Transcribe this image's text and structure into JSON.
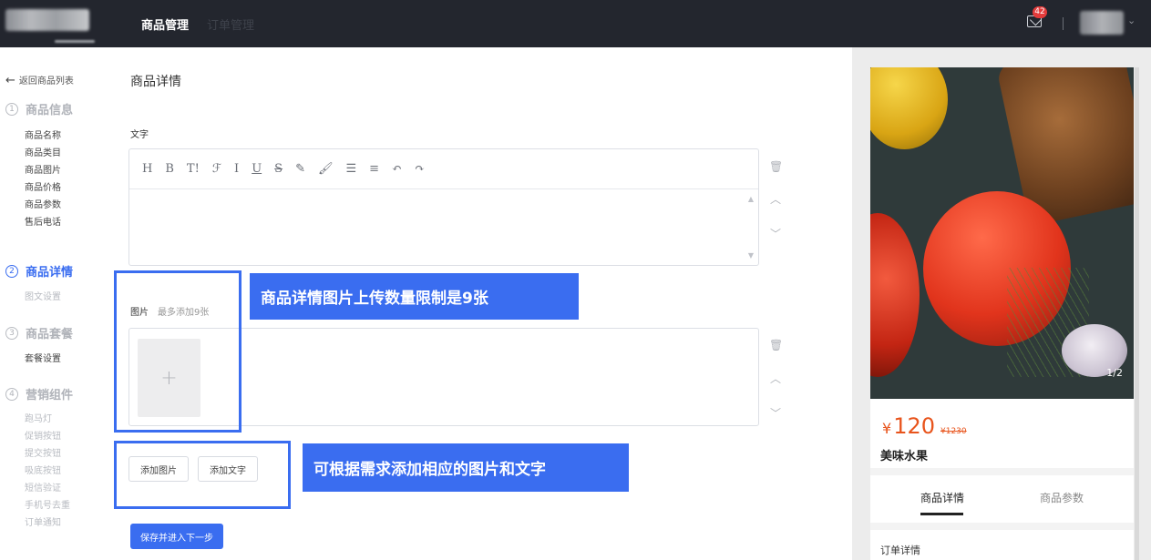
{
  "header": {
    "nav": [
      {
        "label": "商品管理",
        "active": true
      },
      {
        "label": "订单管理",
        "active": false
      }
    ],
    "mail_badge": "42"
  },
  "sidebar": {
    "back_label": "返回商品列表",
    "steps": [
      {
        "num": "1",
        "title": "商品信息",
        "active": false,
        "items": [
          "商品名称",
          "商品类目",
          "商品图片",
          "商品价格",
          "商品参数",
          "售后电话"
        ]
      },
      {
        "num": "2",
        "title": "商品详情",
        "active": true,
        "items": [
          "图文设置"
        ]
      },
      {
        "num": "3",
        "title": "商品套餐",
        "active": false,
        "items": [
          "套餐设置"
        ]
      },
      {
        "num": "4",
        "title": "营销组件",
        "active": false,
        "items": [
          "跑马灯",
          "促销按钮",
          "提交按钮",
          "吸底按钮",
          "短信验证",
          "手机号去重",
          "订单通知"
        ]
      }
    ]
  },
  "main": {
    "title": "商品详情",
    "text_label": "文字",
    "toolbar_buttons": [
      "H",
      "B",
      "T!",
      "ℱ",
      "I",
      "U",
      "S",
      "✎",
      "🖌",
      "☰",
      "≡",
      "↶",
      "↷"
    ],
    "image_label": "图片",
    "image_hint": "最多添加9张",
    "upload_plus": "+",
    "add_image_label": "添加图片",
    "add_text_label": "添加文字",
    "save_next_label": "保存并进入下一步"
  },
  "annotations": {
    "image_limit": "商品详情图片上传数量限制是9张",
    "add_content": "可根据需求添加相应的图片和文字"
  },
  "preview": {
    "image_counter": "1/2",
    "currency": "¥",
    "price": "120",
    "old_price": "¥1230",
    "product_name": "美味水果",
    "tabs": [
      "商品详情",
      "商品参数"
    ],
    "order_detail": "订单详情"
  },
  "colors": {
    "accent": "#3a6df0",
    "topbar": "#23262e",
    "price": "#e8541c"
  }
}
